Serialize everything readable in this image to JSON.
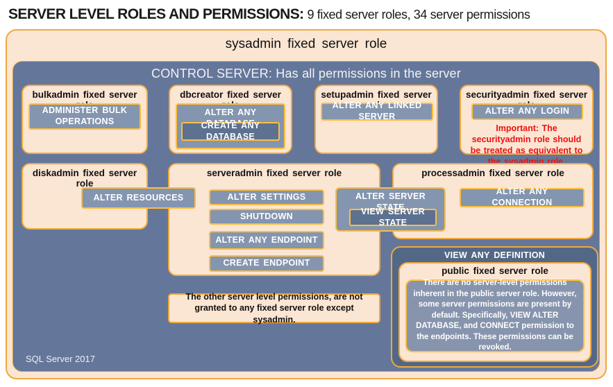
{
  "title": {
    "main": "SERVER LEVEL ROLES AND PERMISSIONS:",
    "subtitle": "9 fixed server roles, 34 server permissions"
  },
  "sysadmin_box": {
    "title": "sysadmin fixed server role"
  },
  "control_server_box": {
    "title": "CONTROL SERVER: Has all permissions in the server",
    "footer": "SQL Server 2017"
  },
  "roles": {
    "bulkadmin": {
      "title": "bulkadmin fixed server role",
      "permission": "ADMINISTER BULK OPERATIONS"
    },
    "dbcreator": {
      "title": "dbcreator fixed server role",
      "permission_outer": "ALTER ANY DATABASE",
      "permission_inner": "CREATE ANY DATABASE"
    },
    "setupadmin": {
      "title": "setupadmin fixed server role",
      "permission": "ALTER ANY LINKED SERVER"
    },
    "securityadmin": {
      "title": "securityadmin fixed server role",
      "permission": "ALTER ANY LOGIN",
      "warning": "Important: The securityadmin role should be treated as equivalent to the sysadmin role."
    },
    "diskadmin": {
      "title": "diskadmin fixed server role",
      "permission": "ALTER RESOURCES"
    },
    "serveradmin": {
      "title": "serveradmin fixed server role",
      "permissions": [
        "ALTER SETTINGS",
        "SHUTDOWN",
        "ALTER ANY ENDPOINT",
        "CREATE ENDPOINT"
      ]
    },
    "shared_state": {
      "permission_outer": "ALTER SERVER STATE",
      "permission_inner": "VIEW SERVER STATE"
    },
    "processadmin": {
      "title": "processadmin fixed server role",
      "permission": "ALTER ANY CONNECTION"
    },
    "public": {
      "container_permission": "VIEW ANY DEFINITION",
      "title": "public fixed server role",
      "description": "There are no server-level permissions inherent in the public server role. However, some server permissions are present by default. Specifically, VIEW ALTER DATABASE, and CONNECT permission to the endpoints. These permissions can be revoked."
    }
  },
  "note": "The other server level permissions, are not granted to any fixed server role except sysadmin.",
  "colors": {
    "peach_fill": "#FBE5D3",
    "gold_border": "#F0A93C",
    "blue_panel": "#64779A",
    "permission_fill": "#8495AF",
    "permission_dark_fill": "#5D7191",
    "dark_panel": "#536887",
    "public_text_fill": "#8794AD",
    "warning_red": "#EE1111"
  }
}
